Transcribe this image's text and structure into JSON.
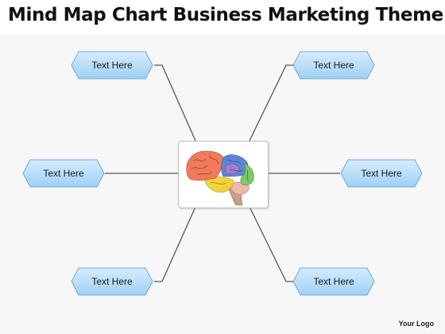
{
  "title": "Mind Map Chart Business Marketing Theme",
  "nodes": [
    {
      "id": "top-left",
      "label": "Text Here"
    },
    {
      "id": "top-right",
      "label": "Text Here"
    },
    {
      "id": "mid-left",
      "label": "Text Here"
    },
    {
      "id": "mid-right",
      "label": "Text Here"
    },
    {
      "id": "bottom-left",
      "label": "Text Here"
    },
    {
      "id": "bottom-right",
      "label": "Text Here"
    }
  ],
  "center": {
    "icon": "brain-icon"
  },
  "footer": {
    "logo": "Your Logo"
  },
  "colors": {
    "node_fill_top": "#d6ecff",
    "node_fill_bottom": "#9fd0f3",
    "node_border": "#6aa9d9",
    "connector": "#555555"
  }
}
